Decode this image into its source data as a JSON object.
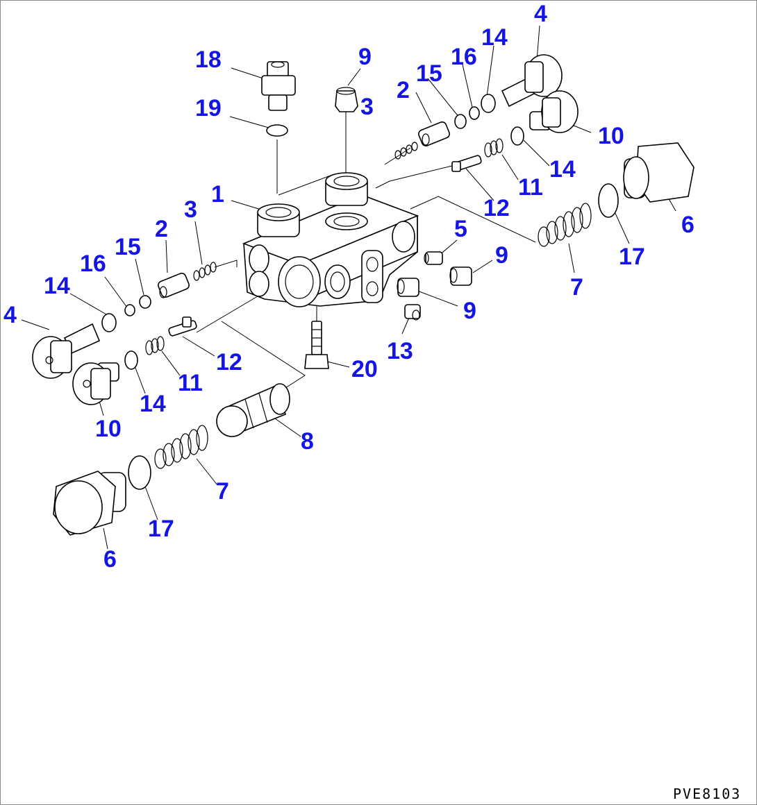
{
  "diagram": {
    "drawing_code": "PVE8103",
    "callouts": [
      {
        "id": "c18",
        "label": "18"
      },
      {
        "id": "c19",
        "label": "19"
      },
      {
        "id": "c9a",
        "label": "9"
      },
      {
        "id": "c3a",
        "label": "3"
      },
      {
        "id": "c2a",
        "label": "2"
      },
      {
        "id": "c15a",
        "label": "15"
      },
      {
        "id": "c16a",
        "label": "16"
      },
      {
        "id": "c14a",
        "label": "14"
      },
      {
        "id": "c4a",
        "label": "4"
      },
      {
        "id": "c10a",
        "label": "10"
      },
      {
        "id": "c14b",
        "label": "14"
      },
      {
        "id": "c11a",
        "label": "11"
      },
      {
        "id": "c12a",
        "label": "12"
      },
      {
        "id": "c6a",
        "label": "6"
      },
      {
        "id": "c17a",
        "label": "17"
      },
      {
        "id": "c7a",
        "label": "7"
      },
      {
        "id": "c1",
        "label": "1"
      },
      {
        "id": "c5",
        "label": "5"
      },
      {
        "id": "c9b",
        "label": "9"
      },
      {
        "id": "c9c",
        "label": "9"
      },
      {
        "id": "c13",
        "label": "13"
      },
      {
        "id": "c20",
        "label": "20"
      },
      {
        "id": "c3b",
        "label": "3"
      },
      {
        "id": "c2b",
        "label": "2"
      },
      {
        "id": "c15b",
        "label": "15"
      },
      {
        "id": "c16b",
        "label": "16"
      },
      {
        "id": "c14c",
        "label": "14"
      },
      {
        "id": "c4b",
        "label": "4"
      },
      {
        "id": "c12b",
        "label": "12"
      },
      {
        "id": "c11b",
        "label": "11"
      },
      {
        "id": "c14d",
        "label": "14"
      },
      {
        "id": "c10b",
        "label": "10"
      },
      {
        "id": "c8",
        "label": "8"
      },
      {
        "id": "c7b",
        "label": "7"
      },
      {
        "id": "c17b",
        "label": "17"
      },
      {
        "id": "c6b",
        "label": "6"
      }
    ]
  }
}
